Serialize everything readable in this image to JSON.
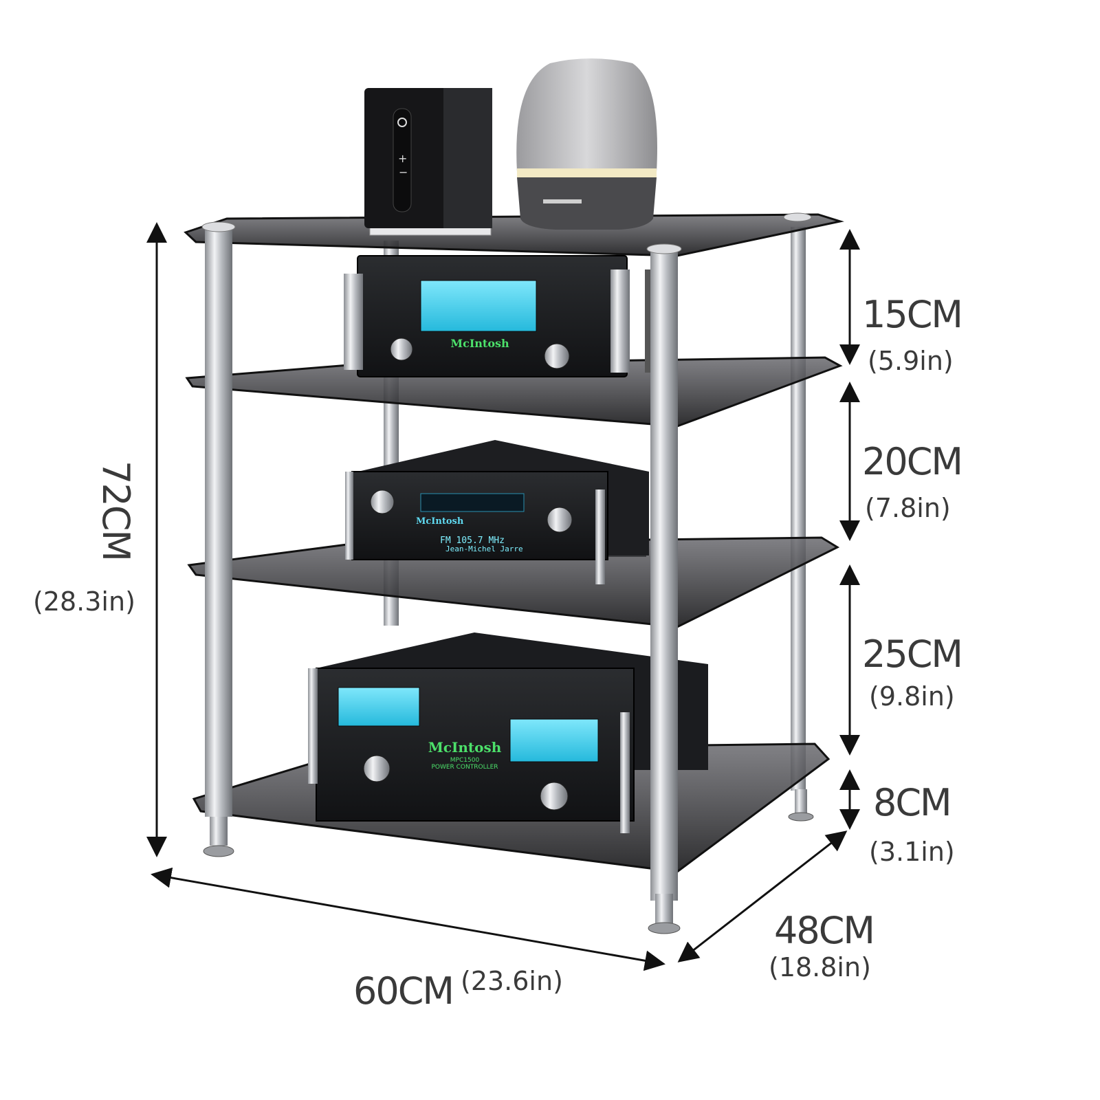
{
  "dimensions": {
    "total_height": {
      "metric": "72CM",
      "imperial": "(28.3in)"
    },
    "width": {
      "metric": "60CM",
      "imperial": "(23.6in)"
    },
    "depth": {
      "metric": "48CM",
      "imperial": "(18.8in)"
    },
    "shelf_gaps": [
      {
        "metric": "15CM",
        "imperial": "(5.9in)"
      },
      {
        "metric": "20CM",
        "imperial": "(7.8in)"
      },
      {
        "metric": "25CM",
        "imperial": "(9.8in)"
      },
      {
        "metric": "8CM",
        "imperial": "(3.1in)"
      }
    ]
  },
  "devices": {
    "amp_top_brand": "McIntosh",
    "tuner_brand": "McIntosh",
    "tuner_display": "FM 105.7 MHz",
    "tuner_display_line2": "Jean-Michel Jarre",
    "power_brand": "McIntosh",
    "power_model": "MPC1500",
    "power_subtitle": "POWER CONTROLLER"
  },
  "colors": {
    "glass": "#2a2a2c",
    "chrome": "#c8cacd",
    "meter_blue": "#3fd3f0",
    "label_gray": "#3a3a3a"
  }
}
